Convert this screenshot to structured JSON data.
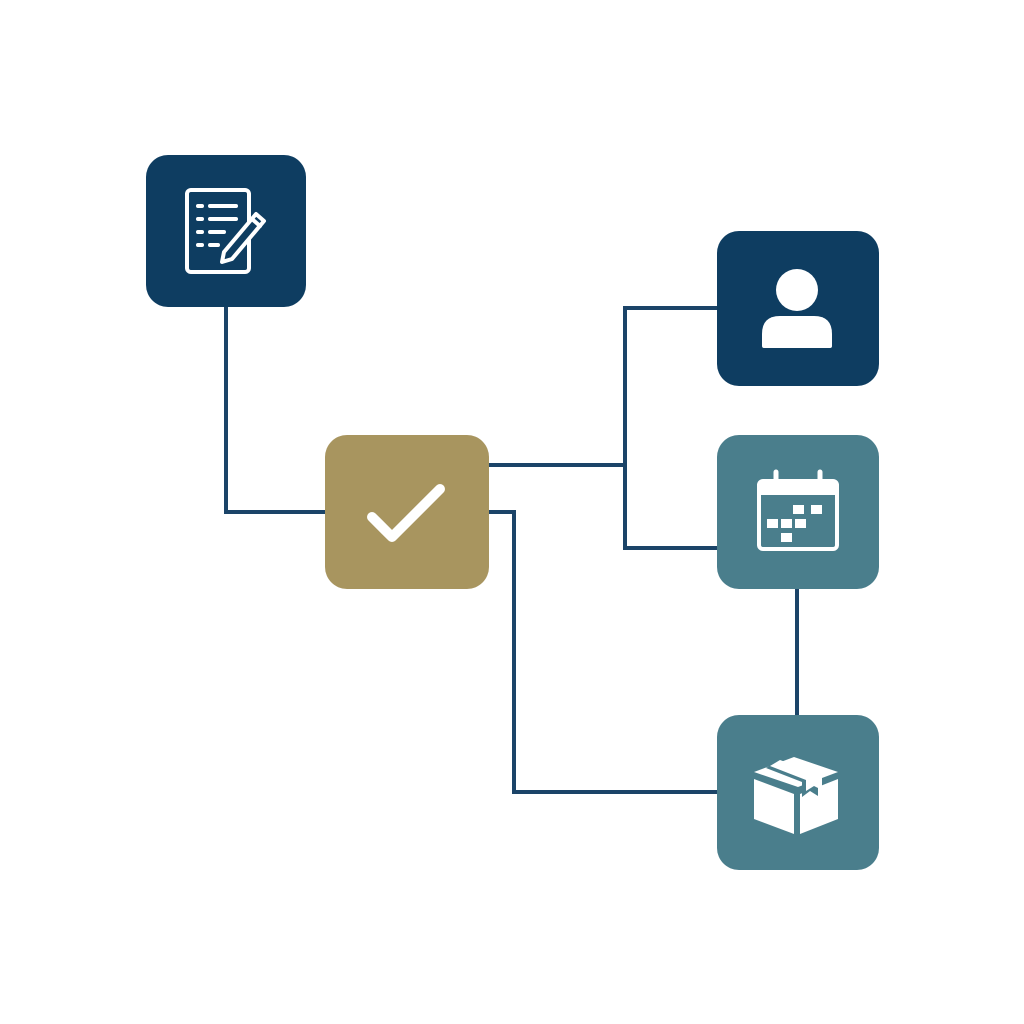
{
  "diagram": {
    "colors": {
      "background": "#ffffff",
      "connector": "#1b4468",
      "icon_glyph": "#ffffff"
    },
    "nodes": [
      {
        "id": "form",
        "icon": "form-pencil-icon",
        "color": "#0e3d61"
      },
      {
        "id": "approval",
        "icon": "checkmark-icon",
        "color": "#a8955f"
      },
      {
        "id": "user",
        "icon": "user-icon",
        "color": "#0e3d61"
      },
      {
        "id": "calendar",
        "icon": "calendar-icon",
        "color": "#4a7e8c"
      },
      {
        "id": "package",
        "icon": "package-box-icon",
        "color": "#4a7e8c"
      }
    ],
    "connections": [
      {
        "from": "form",
        "to": "approval"
      },
      {
        "from": "approval",
        "to": "user"
      },
      {
        "from": "approval",
        "to": "calendar"
      },
      {
        "from": "approval",
        "to": "package"
      },
      {
        "from": "calendar",
        "to": "package"
      }
    ]
  }
}
